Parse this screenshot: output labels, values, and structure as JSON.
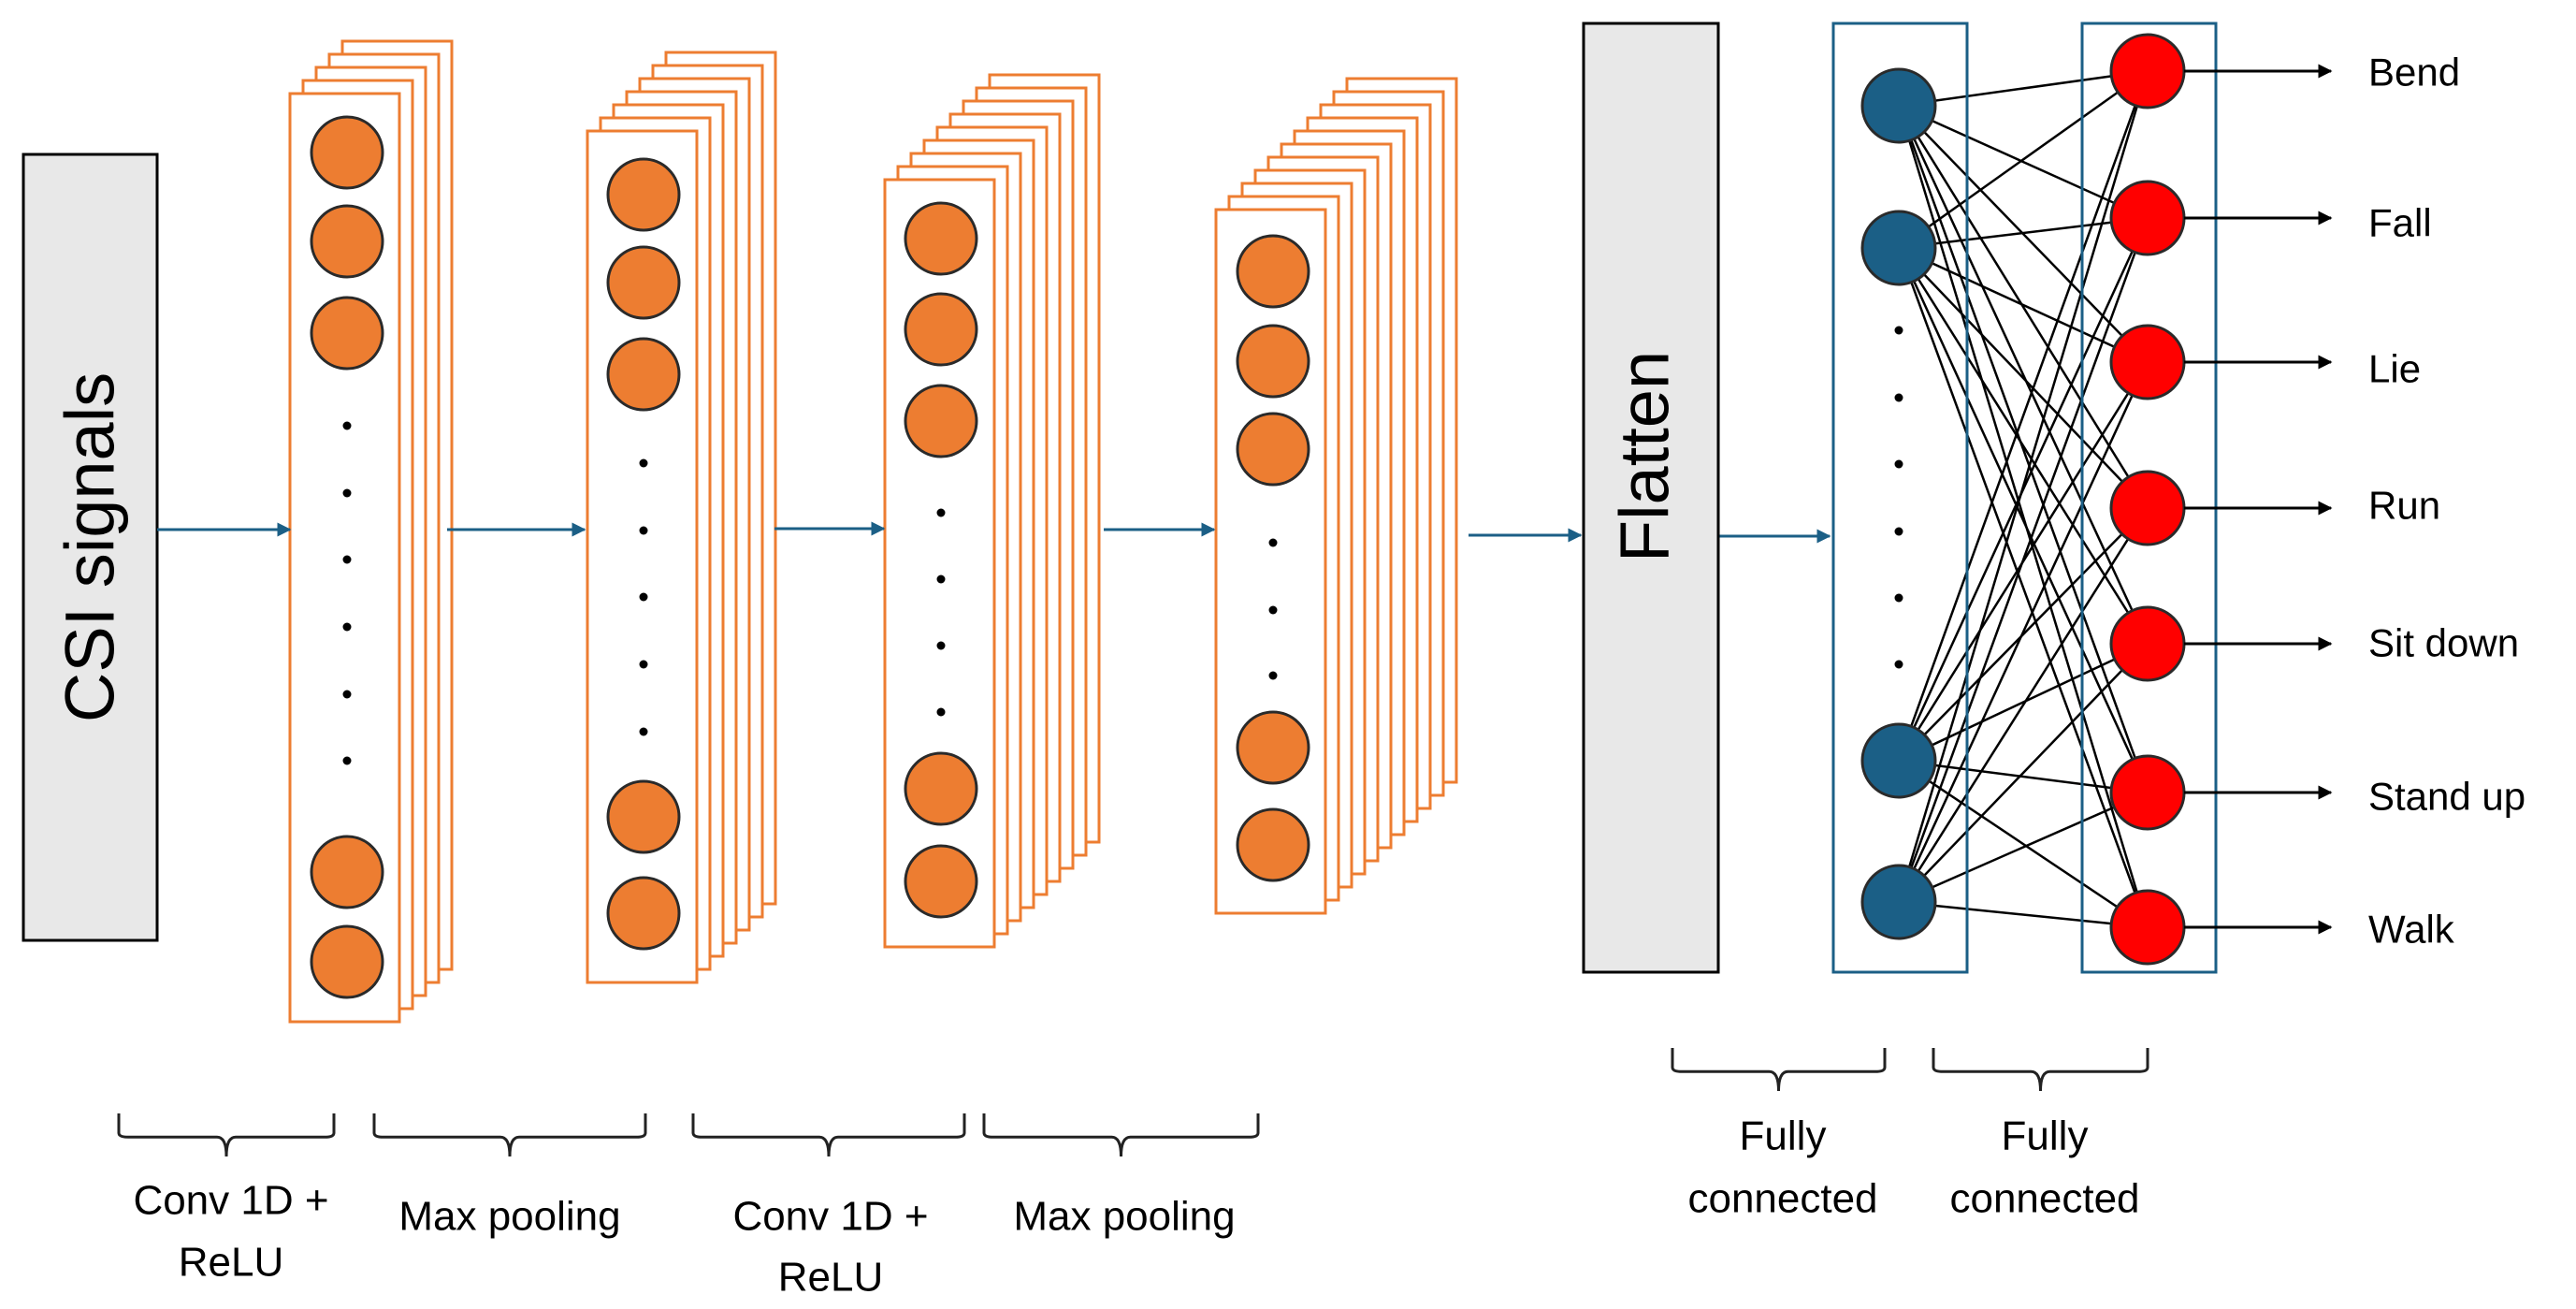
{
  "input_label": "CSI signals",
  "flatten_label": "Flatten",
  "colors": {
    "conv_node": "#ED7D31",
    "fc_node": "#1B5F86",
    "output_node": "#FF0000",
    "flow_arrow": "#1B5F86",
    "box_fill": "#E8E8E8"
  },
  "captions": {
    "conv1": [
      "Conv 1D +",
      "ReLU"
    ],
    "pool1": [
      "Max pooling"
    ],
    "conv2": [
      "Conv 1D +",
      "ReLU"
    ],
    "pool2": [
      "Max pooling"
    ],
    "fc1": [
      "Fully",
      "connected"
    ],
    "fc2": [
      "Fully",
      "connected"
    ]
  },
  "outputs": [
    "Bend",
    "Fall",
    "Lie",
    "Run",
    "Sit down",
    "Stand up",
    "Walk"
  ]
}
